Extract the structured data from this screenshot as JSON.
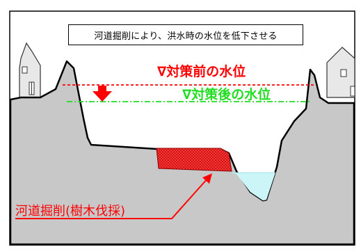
{
  "caption": "河道掘削により、洪水時の水位を低下させる",
  "level_before": "∇対策前の水位",
  "level_after": "∇対策後の水位",
  "excavation_label": "河道掘削(樹木伐採)",
  "colors": {
    "ground": "#c8c8c8",
    "water": "#ccf5f8",
    "excavation": "#ff3333",
    "before_line": "#ff0000",
    "after_line": "#22dd22"
  },
  "icons": [
    "house-left-icon",
    "house-right-icon",
    "down-arrow-icon",
    "pointer-arrow-icon"
  ]
}
